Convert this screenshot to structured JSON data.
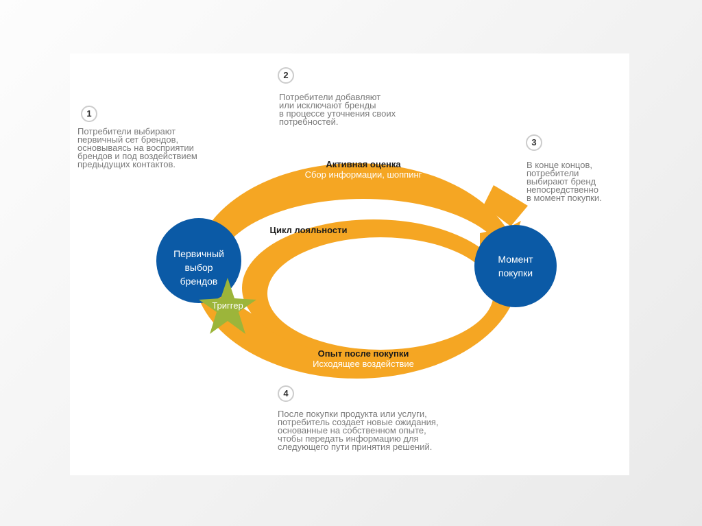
{
  "steps": [
    {
      "num": "1",
      "text": "Потребители выбирают\nпервичный сет брендов,\nосновываясь на восприятии\nбрендов и под воздействием\nпредыдущих контактов."
    },
    {
      "num": "2",
      "text": "Потребители добавляют\nили исключают бренды\nв процессе уточнения своих\nпотребностей."
    },
    {
      "num": "3",
      "text": "В конце концов,\nпотребители\nвыбирают бренд\nнепосредственно\nв момент покупки."
    },
    {
      "num": "4",
      "text": "После покупки продукта или услуги,\nпотребитель создает новые ожидания,\nоснованные на собственном опыте,\nчтобы передать информацию для\nследующего пути принятия решений."
    }
  ],
  "active": {
    "title": "Активная оценка",
    "sub": "Сбор информации, шоппинг"
  },
  "loyalty": "Цикл лояльности",
  "post": {
    "title": "Опыт после покупки",
    "sub": "Исходящее воздействие"
  },
  "left_circle": "Первичный\nвыбор\nбрендов",
  "right_circle": "Момент\nпокупки",
  "trigger": "Триггер",
  "colors": {
    "orange": "#f5a623",
    "blue": "#0b5aa6",
    "star": "#9cb53a"
  }
}
